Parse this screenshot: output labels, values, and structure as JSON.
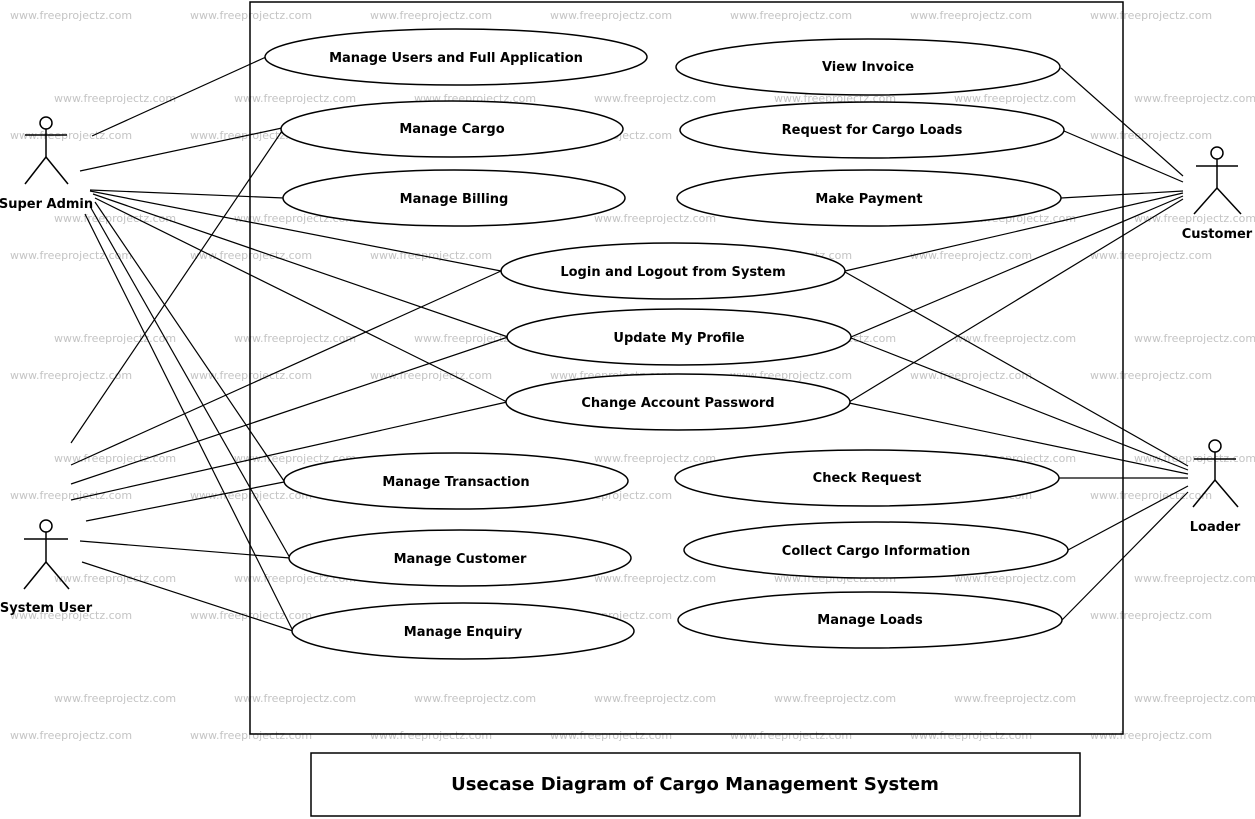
{
  "watermark": "www.freeprojectz.com",
  "title": "Usecase Diagram of Cargo Management System",
  "actors": {
    "super_admin": "Super Admin",
    "system_user": "System User",
    "customer": "Customer",
    "loader": "Loader"
  },
  "use_cases": {
    "manage_users": "Manage Users and Full Application",
    "manage_cargo": "Manage Cargo",
    "manage_billing": "Manage Billing",
    "view_invoice": "View Invoice",
    "request_cargo_loads": "Request for Cargo Loads",
    "make_payment": "Make Payment",
    "login_logout": "Login and Logout from System",
    "update_profile": "Update My Profile",
    "change_password": "Change Account Password",
    "manage_transaction": "Manage Transaction",
    "manage_customer": "Manage Customer",
    "manage_enquiry": "Manage Enquiry",
    "check_request": "Check Request",
    "collect_cargo_info": "Collect Cargo Information",
    "manage_loads": "Manage Loads"
  }
}
